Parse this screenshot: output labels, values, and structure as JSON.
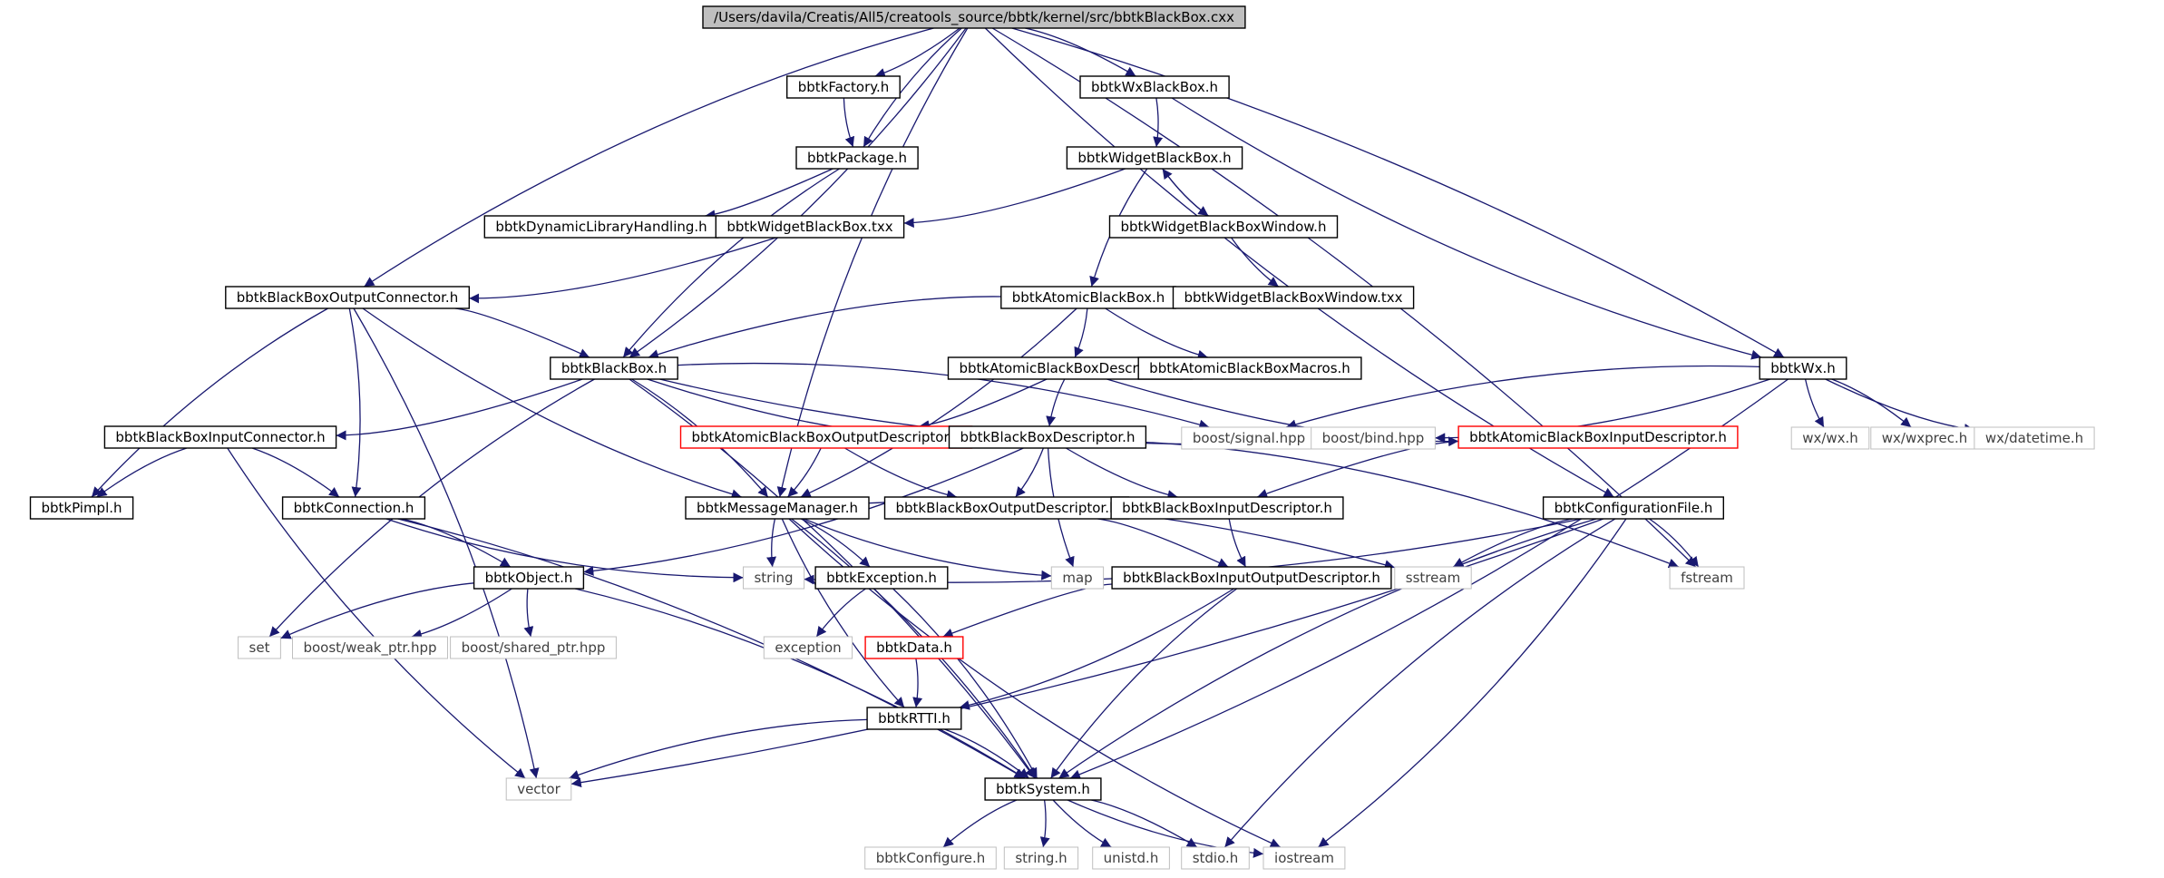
{
  "colors": {
    "edge": "#191970",
    "node_border": "#000000",
    "external_border": "#bfbfbf",
    "missing_border": "#ff0000",
    "root_fill": "#bfbfbf",
    "external_text": "#404040"
  },
  "nodes": [
    {
      "id": "root",
      "label": "/Users/davila/Creatis/All5/creatools_source/bbtk/kernel/src/bbtkBlackBox.cxx",
      "kind": "root"
    },
    {
      "id": "factory",
      "label": "bbtkFactory.h",
      "kind": "header"
    },
    {
      "id": "wxblackbox",
      "label": "bbtkWxBlackBox.h",
      "kind": "header"
    },
    {
      "id": "package",
      "label": "bbtkPackage.h",
      "kind": "header"
    },
    {
      "id": "widgetbb",
      "label": "bbtkWidgetBlackBox.h",
      "kind": "header"
    },
    {
      "id": "dynlib",
      "label": "bbtkDynamicLibraryHandling.h",
      "kind": "header"
    },
    {
      "id": "widgettxx",
      "label": "bbtkWidgetBlackBox.txx",
      "kind": "header"
    },
    {
      "id": "widgetwin",
      "label": "bbtkWidgetBlackBoxWindow.h",
      "kind": "header"
    },
    {
      "id": "outconn",
      "label": "bbtkBlackBoxOutputConnector.h",
      "kind": "header"
    },
    {
      "id": "atomicbb",
      "label": "bbtkAtomicBlackBox.h",
      "kind": "header"
    },
    {
      "id": "widgetwintxx",
      "label": "bbtkWidgetBlackBoxWindow.txx",
      "kind": "header"
    },
    {
      "id": "blackbox",
      "label": "bbtkBlackBox.h",
      "kind": "header"
    },
    {
      "id": "atomicdesc",
      "label": "bbtkAtomicBlackBoxDescriptor.h",
      "kind": "header"
    },
    {
      "id": "atomicmacros",
      "label": "bbtkAtomicBlackBoxMacros.h",
      "kind": "header"
    },
    {
      "id": "wx",
      "label": "bbtkWx.h",
      "kind": "header"
    },
    {
      "id": "inconn",
      "label": "bbtkBlackBoxInputConnector.h",
      "kind": "header"
    },
    {
      "id": "atomicoutdesc",
      "label": "bbtkAtomicBlackBoxOutputDescriptor.h",
      "kind": "missing"
    },
    {
      "id": "bbdesc",
      "label": "bbtkBlackBoxDescriptor.h",
      "kind": "header"
    },
    {
      "id": "signal",
      "label": "boost/signal.hpp",
      "kind": "external"
    },
    {
      "id": "bind",
      "label": "boost/bind.hpp",
      "kind": "external"
    },
    {
      "id": "atomicindesc",
      "label": "bbtkAtomicBlackBoxInputDescriptor.h",
      "kind": "missing"
    },
    {
      "id": "wxwx",
      "label": "wx/wx.h",
      "kind": "external"
    },
    {
      "id": "wxprec",
      "label": "wx/wxprec.h",
      "kind": "external"
    },
    {
      "id": "wxdatetime",
      "label": "wx/datetime.h",
      "kind": "external"
    },
    {
      "id": "pimpl",
      "label": "bbtkPimpl.h",
      "kind": "header"
    },
    {
      "id": "connection",
      "label": "bbtkConnection.h",
      "kind": "header"
    },
    {
      "id": "msgmgr",
      "label": "bbtkMessageManager.h",
      "kind": "header"
    },
    {
      "id": "bboutdesc",
      "label": "bbtkBlackBoxOutputDescriptor.h",
      "kind": "header"
    },
    {
      "id": "bbindesc",
      "label": "bbtkBlackBoxInputDescriptor.h",
      "kind": "header"
    },
    {
      "id": "config",
      "label": "bbtkConfigurationFile.h",
      "kind": "header"
    },
    {
      "id": "object",
      "label": "bbtkObject.h",
      "kind": "header"
    },
    {
      "id": "string",
      "label": "string",
      "kind": "external"
    },
    {
      "id": "exception_h",
      "label": "bbtkException.h",
      "kind": "header"
    },
    {
      "id": "map",
      "label": "map",
      "kind": "external"
    },
    {
      "id": "bbiodesc",
      "label": "bbtkBlackBoxInputOutputDescriptor.h",
      "kind": "header"
    },
    {
      "id": "sstream",
      "label": "sstream",
      "kind": "external"
    },
    {
      "id": "fstream",
      "label": "fstream",
      "kind": "external"
    },
    {
      "id": "set",
      "label": "set",
      "kind": "external"
    },
    {
      "id": "weakptr",
      "label": "boost/weak_ptr.hpp",
      "kind": "external"
    },
    {
      "id": "sharedptr",
      "label": "boost/shared_ptr.hpp",
      "kind": "external"
    },
    {
      "id": "exception",
      "label": "exception",
      "kind": "external"
    },
    {
      "id": "data",
      "label": "bbtkData.h",
      "kind": "missing"
    },
    {
      "id": "rtti",
      "label": "bbtkRTTI.h",
      "kind": "header"
    },
    {
      "id": "vector",
      "label": "vector",
      "kind": "external"
    },
    {
      "id": "system",
      "label": "bbtkSystem.h",
      "kind": "header"
    },
    {
      "id": "configure",
      "label": "bbtkConfigure.h",
      "kind": "external"
    },
    {
      "id": "stringh",
      "label": "string.h",
      "kind": "external"
    },
    {
      "id": "unistd",
      "label": "unistd.h",
      "kind": "external"
    },
    {
      "id": "stdio",
      "label": "stdio.h",
      "kind": "external"
    },
    {
      "id": "iostream",
      "label": "iostream",
      "kind": "external"
    }
  ],
  "edges": [
    [
      "root",
      "factory"
    ],
    [
      "root",
      "package"
    ],
    [
      "root",
      "wxblackbox"
    ],
    [
      "root",
      "outconn"
    ],
    [
      "root",
      "blackbox"
    ],
    [
      "root",
      "msgmgr"
    ],
    [
      "root",
      "wx"
    ],
    [
      "root",
      "config"
    ],
    [
      "root",
      "fstream"
    ],
    [
      "factory",
      "package"
    ],
    [
      "package",
      "dynlib"
    ],
    [
      "package",
      "blackbox"
    ],
    [
      "wxblackbox",
      "widgetbb"
    ],
    [
      "wxblackbox",
      "wx"
    ],
    [
      "widgetbb",
      "widgettxx"
    ],
    [
      "widgetbb",
      "widgetwin"
    ],
    [
      "widgetwin",
      "widgetbb"
    ],
    [
      "widgetbb",
      "atomicbb"
    ],
    [
      "widgettxx",
      "outconn"
    ],
    [
      "widgetwin",
      "widgetwintxx"
    ],
    [
      "outconn",
      "blackbox"
    ],
    [
      "outconn",
      "pimpl"
    ],
    [
      "outconn",
      "connection"
    ],
    [
      "outconn",
      "msgmgr"
    ],
    [
      "outconn",
      "vector"
    ],
    [
      "atomicbb",
      "blackbox"
    ],
    [
      "atomicbb",
      "atomicdesc"
    ],
    [
      "atomicbb",
      "atomicmacros"
    ],
    [
      "atomicbb",
      "msgmgr"
    ],
    [
      "atomicdesc",
      "bbdesc"
    ],
    [
      "atomicdesc",
      "atomicoutdesc"
    ],
    [
      "atomicdesc",
      "atomicindesc"
    ],
    [
      "blackbox",
      "inconn"
    ],
    [
      "blackbox",
      "bbdesc"
    ],
    [
      "blackbox",
      "signal"
    ],
    [
      "blackbox",
      "bind"
    ],
    [
      "blackbox",
      "msgmgr"
    ],
    [
      "blackbox",
      "set"
    ],
    [
      "blackbox",
      "system"
    ],
    [
      "wx",
      "signal"
    ],
    [
      "wx",
      "bind"
    ],
    [
      "wx",
      "wxwx"
    ],
    [
      "wx",
      "wxprec"
    ],
    [
      "wx",
      "wxdatetime"
    ],
    [
      "wx",
      "system"
    ],
    [
      "inconn",
      "pimpl"
    ],
    [
      "inconn",
      "connection"
    ],
    [
      "inconn",
      "vector"
    ],
    [
      "atomicoutdesc",
      "msgmgr"
    ],
    [
      "atomicoutdesc",
      "bboutdesc"
    ],
    [
      "bbdesc",
      "bboutdesc"
    ],
    [
      "bbdesc",
      "bbindesc"
    ],
    [
      "bbdesc",
      "object"
    ],
    [
      "bbdesc",
      "map"
    ],
    [
      "bbdesc",
      "fstream"
    ],
    [
      "atomicindesc",
      "bbindesc"
    ],
    [
      "connection",
      "object"
    ],
    [
      "connection",
      "string"
    ],
    [
      "connection",
      "system"
    ],
    [
      "msgmgr",
      "string"
    ],
    [
      "msgmgr",
      "exception_h"
    ],
    [
      "msgmgr",
      "map"
    ],
    [
      "msgmgr",
      "sstream"
    ],
    [
      "msgmgr",
      "rtti"
    ],
    [
      "msgmgr",
      "system"
    ],
    [
      "msgmgr",
      "iostream"
    ],
    [
      "bboutdesc",
      "bbiodesc"
    ],
    [
      "bbindesc",
      "bbiodesc"
    ],
    [
      "config",
      "string"
    ],
    [
      "config",
      "sstream"
    ],
    [
      "config",
      "fstream"
    ],
    [
      "config",
      "system"
    ],
    [
      "config",
      "vector"
    ],
    [
      "config",
      "stdio"
    ],
    [
      "config",
      "iostream"
    ],
    [
      "object",
      "set"
    ],
    [
      "object",
      "weakptr"
    ],
    [
      "object",
      "sharedptr"
    ],
    [
      "object",
      "system"
    ],
    [
      "exception_h",
      "exception"
    ],
    [
      "exception_h",
      "system"
    ],
    [
      "bbiodesc",
      "data"
    ],
    [
      "bbiodesc",
      "rtti"
    ],
    [
      "bbiodesc",
      "system"
    ],
    [
      "data",
      "rtti"
    ],
    [
      "rtti",
      "vector"
    ],
    [
      "rtti",
      "system"
    ],
    [
      "system",
      "configure"
    ],
    [
      "system",
      "stringh"
    ],
    [
      "system",
      "unistd"
    ],
    [
      "system",
      "stdio"
    ],
    [
      "system",
      "iostream"
    ]
  ]
}
